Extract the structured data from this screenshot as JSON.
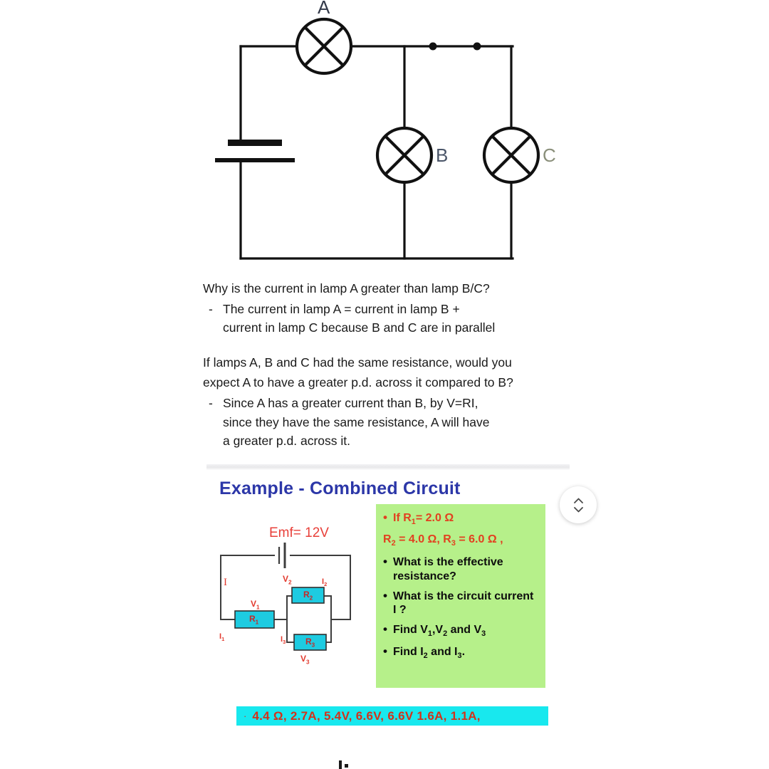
{
  "main_circuit": {
    "caption_alt": "Circuit with lamp A in series and lamps B and C in parallel",
    "lamps": [
      {
        "id": "A",
        "label": "A",
        "label_color": "#333a4a"
      },
      {
        "id": "B",
        "label": "B",
        "label_color": "#4a5568"
      },
      {
        "id": "C",
        "label": "C",
        "label_color": "#8a8f7a"
      }
    ],
    "battery_name": "battery-symbol",
    "junction_dots": 2
  },
  "notes": {
    "question1": "Why is the current in lamp A greater than lamp B/C?",
    "answer1": {
      "dash": "-",
      "line1": "The current in lamp A = current in lamp B +",
      "line2": "current in lamp C because B and C are in parallel"
    },
    "question2_line1": "If lamps A, B and C had the same resistance, would you",
    "question2_line2": "expect A to have a greater p.d. across it compared to B?",
    "answer2": {
      "dash": "-",
      "line1": "Since A has a greater current than B, by V=RI,",
      "line2": "since they have the same resistance, A will have",
      "line3": "a greater p.d. across it."
    }
  },
  "slide": {
    "title": "Example - Combined Circuit",
    "title_color": "#2c37a8",
    "emf_label": "Emf= 12V",
    "emf_color": "#e8403a",
    "circuit_labels": {
      "I": "I",
      "I1": "I",
      "I1_sub": "1",
      "I2": "I",
      "I2_sub": "2",
      "I3": "I",
      "I3_sub": "3",
      "V1": "V",
      "V1_sub": "1",
      "V2": "V",
      "V2_sub": "2",
      "V3": "V",
      "V3_sub": "3",
      "R1": "R",
      "R1_sub": "1",
      "R2": "R",
      "R2_sub": "2",
      "R3": "R",
      "R3_sub": "3"
    },
    "resistor_fill": "#1ecbe1",
    "green_box": {
      "background": "#b6f08a",
      "items": [
        {
          "dot": "•",
          "color": "red",
          "parts": [
            {
              "t": "If R"
            },
            {
              "sub": "1"
            },
            {
              "t": "= 2.0 Ω"
            }
          ]
        },
        {
          "dot": "",
          "color": "red",
          "parts": [
            {
              "t": "R"
            },
            {
              "sub": "2"
            },
            {
              "t": " = 4.0 Ω, R"
            },
            {
              "sub": "3"
            },
            {
              "t": " = 6.0 Ω ,"
            }
          ]
        },
        {
          "dot": "•",
          "color": "black",
          "parts": [
            {
              "t": "What is the effective resistance?"
            }
          ]
        },
        {
          "dot": "•",
          "color": "black",
          "parts": [
            {
              "t": "What is the circuit current I ?"
            }
          ]
        },
        {
          "dot": "•",
          "color": "black",
          "parts": [
            {
              "t": "Find V"
            },
            {
              "sub": "1"
            },
            {
              "t": ",V"
            },
            {
              "sub": "2"
            },
            {
              "t": " and V"
            },
            {
              "sub": "3"
            }
          ]
        },
        {
          "dot": "•",
          "color": "black",
          "parts": [
            {
              "t": "Find I"
            },
            {
              "sub": "2"
            },
            {
              "t": " and I"
            },
            {
              "sub": "3"
            },
            {
              "t": "."
            }
          ]
        }
      ]
    },
    "answer_bar": {
      "background": "#18e8ee",
      "text_color": "#d2321a",
      "dot": "·",
      "text": "4.4 Ω, 2.7A, 5.4V, 6.6V, 6.6V 1.6A, 1.1A,"
    }
  },
  "scroll_widget": {
    "up_icon": "chevron-up-icon",
    "down_icon": "chevron-down-icon"
  }
}
